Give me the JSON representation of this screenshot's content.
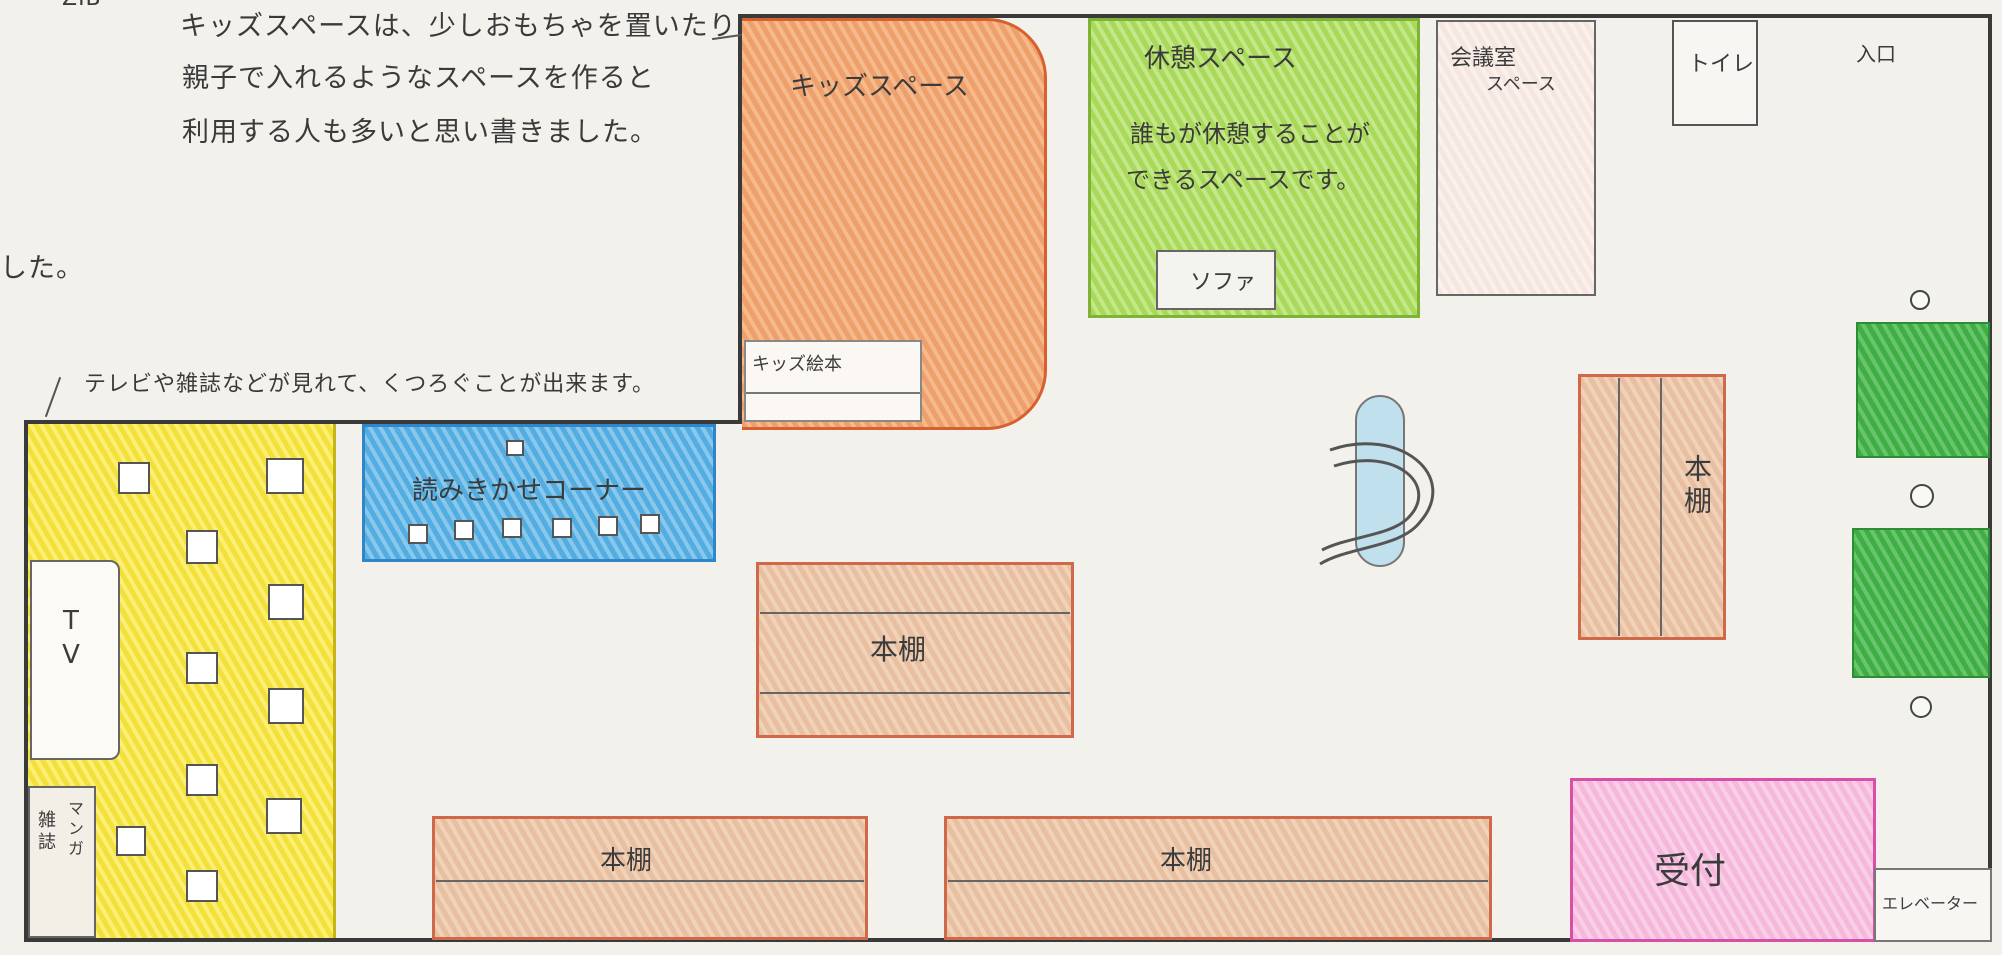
{
  "notes": {
    "top_left_fragment": "ZIB",
    "kids_note_line1": "キッズスペースは、少しおもちゃを置いたり",
    "kids_note_line2": "親子で入れるようなスペースを作ると",
    "kids_note_line3": "利用する人も多いと思い書きました。",
    "left_fragment": "した。",
    "tv_note": "テレビや雑誌などが見れて、くつろぐことが出来ます。"
  },
  "rooms": {
    "kids_space": "キッズスペース",
    "kids_picture_books": "キッズ絵本",
    "rest_space_title": "休憩スペース",
    "rest_space_desc_line1": "誰もが休憩することが",
    "rest_space_desc_line2": "できるスペースです。",
    "sofa": "ソファ",
    "meeting_room_line1": "会議室",
    "meeting_room_line2": "スペース",
    "toilet": "トイレ",
    "entrance": "入口",
    "reading_corner": "読みきかせコーナー",
    "tv": "TV",
    "magazines": "雑誌",
    "manga": "マンガ",
    "bookshelf_center": "本棚",
    "bookshelf_right": "本棚",
    "bookshelf_bottom_left": "本棚",
    "bookshelf_bottom_right": "本棚",
    "reception": "受付",
    "elevator": "エレベーター"
  },
  "colors": {
    "kids": "#f0a46e",
    "rest": "#b3de6a",
    "reading": "#6dbbe6",
    "lounge": "#f6e64d",
    "shelf": "#ecc8ab",
    "shelf_border": "#d0684a",
    "green_block": "#4db552",
    "reception": "#f7c0e0",
    "wall": "#333333"
  }
}
